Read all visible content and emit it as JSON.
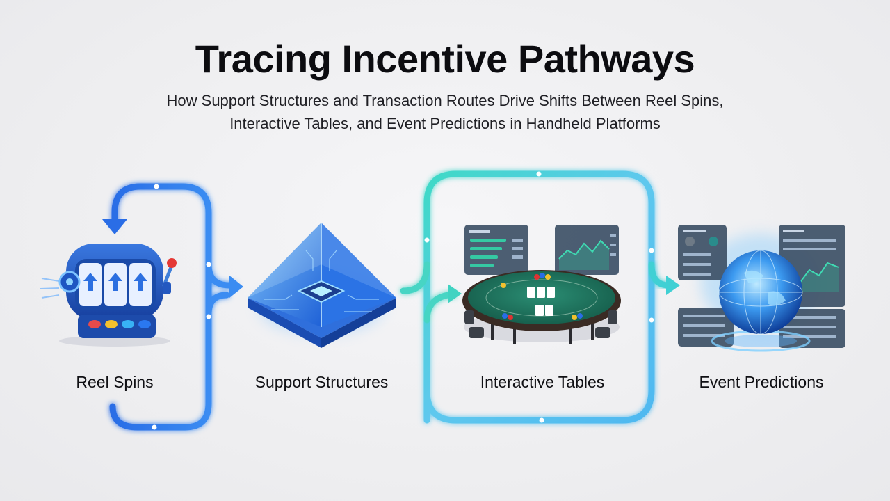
{
  "header": {
    "title": "Tracing Incentive Pathways",
    "subtitle_line1": "How Support Structures and Transaction Routes Drive Shifts Between Reel Spins,",
    "subtitle_line2": "Interactive Tables, and Event Predictions in Handheld Platforms"
  },
  "stages": [
    {
      "label": "Reel Spins",
      "icon": "slot-machine-icon"
    },
    {
      "label": "Support Structures",
      "icon": "circuit-pyramid-icon"
    },
    {
      "label": "Interactive Tables",
      "icon": "poker-table-icon"
    },
    {
      "label": "Event Predictions",
      "icon": "globe-dashboard-icon"
    }
  ],
  "colors": {
    "loop_blue": "#2f7bea",
    "loop_teal": "#34d3c2",
    "title": "#0c0c10",
    "table_felt": "#1f7a63"
  }
}
